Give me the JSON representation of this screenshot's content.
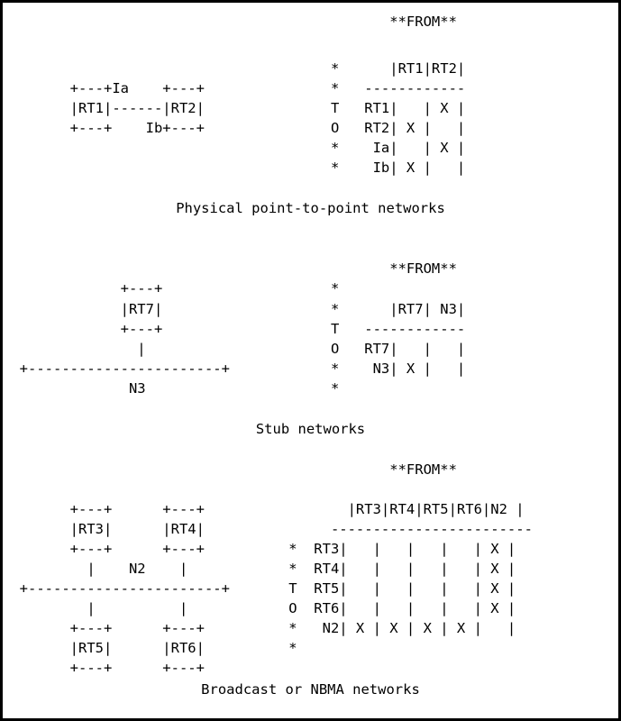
{
  "sections": [
    {
      "caption": "Physical point-to-point networks",
      "lines": [
        "                                              **FROM**",
        "",
        "                                       *      |RT1|RT2|",
        "        +---+Ia    +---+               *   ------------",
        "        |RT1|------|RT2|               T   RT1|   | X |",
        "        +---+    Ib+---+               O   RT2| X |   |",
        "                                       *    Ia|   | X |",
        "                                       *    Ib| X |   |"
      ]
    },
    {
      "caption": "Stub networks",
      "lines": [
        "                                              **FROM**",
        "              +---+                    *",
        "              |RT7|                    *      |RT7| N3|",
        "              +---+                    T   ------------",
        "                |                      O   RT7|   |   |",
        "  +-----------------------+            *    N3| X |   |",
        "               N3                      *"
      ]
    },
    {
      "caption": "Broadcast or NBMA networks",
      "lines": [
        "                                              **FROM**",
        "",
        "        +---+      +---+                 |RT3|RT4|RT5|RT6|N2 |",
        "        |RT3|      |RT4|               ------------------------",
        "        +---+      +---+          *  RT3|   |   |   |   | X |",
        "          |    N2    |            *  RT4|   |   |   |   | X |",
        "  +-----------------------+       T  RT5|   |   |   |   | X |",
        "          |          |            O  RT6|   |   |   |   | X |",
        "        +---+      +---+          *   N2| X | X | X | X |   |",
        "        |RT5|      |RT6|          *",
        "        +---+      +---+"
      ]
    }
  ]
}
